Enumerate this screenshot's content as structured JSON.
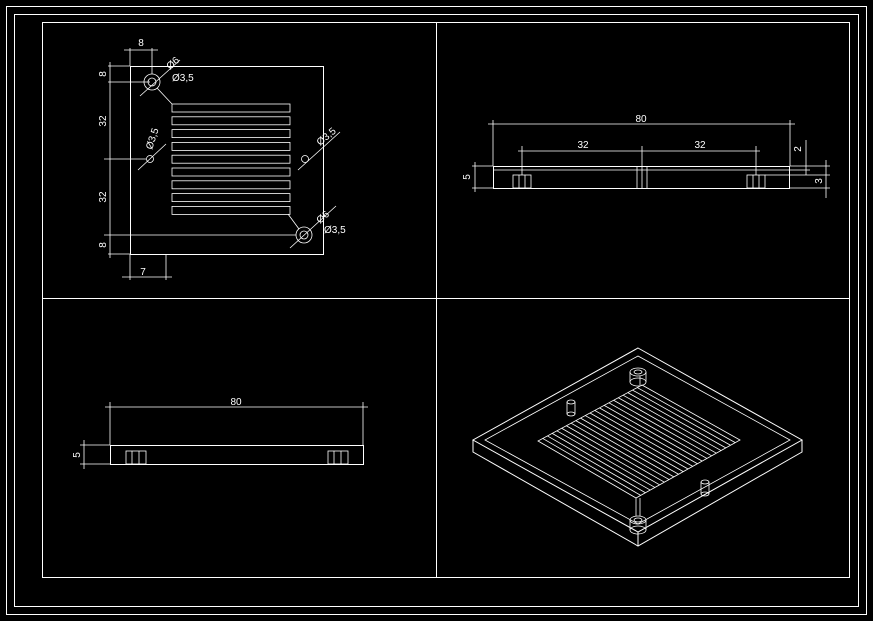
{
  "colors": {
    "background": "#000000",
    "lines": "#ffffff"
  },
  "top_view": {
    "dim_top_width": "8",
    "dim_hole_top_left": "Ø6",
    "dim_hole_top_right": "Ø3,5",
    "dim_left_top": "8",
    "dim_left_mid_upper": "32",
    "dim_left_mid_lower": "32",
    "dim_left_bottom": "8",
    "dim_center_left": "Ø3,5",
    "dim_center_right": "Ø3,5",
    "dim_bottom_hole_top": "Ø6",
    "dim_bottom_hole_right": "Ø3,5",
    "dim_bottom_width": "7"
  },
  "side_view": {
    "overall_width": "80",
    "left_span": "32",
    "right_span": "32",
    "height": "5",
    "right_small": "2",
    "right_height": "3"
  },
  "front_view": {
    "overall_width": "80",
    "height": "5"
  }
}
